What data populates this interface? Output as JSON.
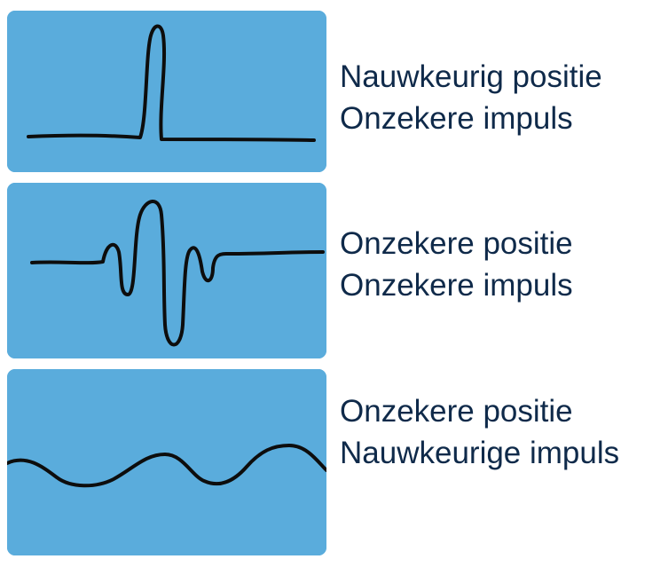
{
  "panel_color": "#5aacdc",
  "wave_color": "#0d0d0d",
  "text_color": "#0f2a4a",
  "rows": [
    {
      "line1": "Nauwkeurig positie",
      "line2": "Onzekere impuls"
    },
    {
      "line1": "Onzekere positie",
      "line2": "Onzekere impuls"
    },
    {
      "line1": "Onzekere positie",
      "line2": "Nauwkeurige impuls"
    }
  ]
}
